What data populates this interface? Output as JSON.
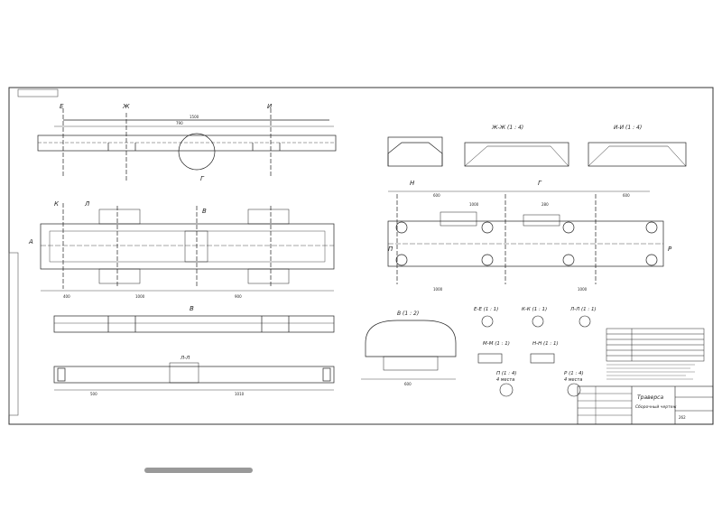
{
  "section_marks": {
    "e": "Е",
    "zh": "Ж",
    "i": "И",
    "g": "Г",
    "v": "В",
    "k": "К",
    "l": "Л",
    "a": "А",
    "n": "Н",
    "p": "П",
    "r": "Р"
  },
  "view_titles": {
    "zh_zh": "Ж-Ж (1 : 4)",
    "i_i": "И-И (1 : 4)",
    "l_l": "Л-Л",
    "v_v": "В (1 : 2)",
    "e_e": "Е-Е (1 : 1)",
    "k_k": "К-К (1 : 1)",
    "l_l_1": "Л-Л (1 : 1)",
    "m_m": "М-М (1 : 1)",
    "n_n": "Н-Н (1 : 1)",
    "p_view": "П (1 : 4)",
    "r_view": "Р (1 : 4)",
    "places_p": "4 места",
    "places_r": "4 места"
  },
  "dimensions": [
    "1500",
    "790",
    "400",
    "1000",
    "900",
    "500",
    "1010",
    "600",
    "600",
    "1000",
    "280",
    "1000",
    "1000",
    "600",
    "262"
  ],
  "title_block": {
    "name": "Траверса",
    "doc_type": "Сборочный чертеж"
  }
}
